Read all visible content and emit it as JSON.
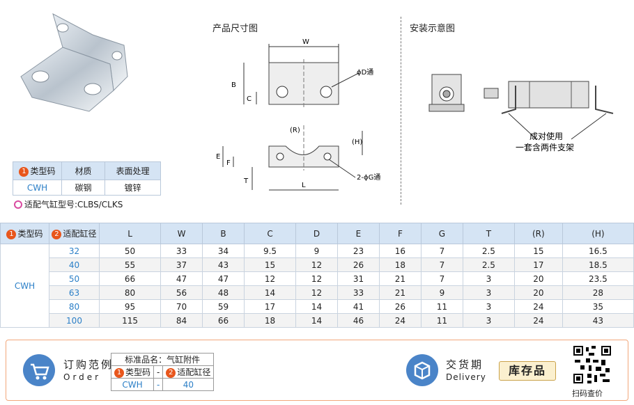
{
  "spec": {
    "headers": [
      "类型码",
      "材质",
      "表面处理"
    ],
    "header_num": "1",
    "row": [
      "CWH",
      "碳钢",
      "镀锌"
    ]
  },
  "fit_text": "适配气缸型号:CLBS/CLKS",
  "dimension_title": "产品尺寸图",
  "install_title": "安装示意图",
  "drawing_labels": {
    "w": "W",
    "b": "B",
    "c": "C",
    "od": "ϕD通",
    "r": "(R)",
    "h": "(H)",
    "e": "E",
    "f": "F",
    "t": "T",
    "l": "L",
    "og": "2-ϕG通",
    "pair": "成对使用",
    "set": "一套含两件支架"
  },
  "main_table": {
    "header_num1": "1",
    "header1": "类型码",
    "header_num2": "2",
    "header2": "适配缸径",
    "columns": [
      "L",
      "W",
      "B",
      "C",
      "D",
      "E",
      "F",
      "G",
      "T",
      "(R)",
      "(H)"
    ],
    "type_code": "CWH",
    "rows": [
      {
        "bore": "32",
        "vals": [
          "50",
          "33",
          "34",
          "9.5",
          "9",
          "23",
          "16",
          "7",
          "2.5",
          "15",
          "16.5"
        ]
      },
      {
        "bore": "40",
        "vals": [
          "55",
          "37",
          "43",
          "15",
          "12",
          "26",
          "18",
          "7",
          "2.5",
          "17",
          "18.5"
        ]
      },
      {
        "bore": "50",
        "vals": [
          "66",
          "47",
          "47",
          "12",
          "12",
          "31",
          "21",
          "7",
          "3",
          "20",
          "23.5"
        ]
      },
      {
        "bore": "63",
        "vals": [
          "80",
          "56",
          "48",
          "14",
          "12",
          "33",
          "21",
          "9",
          "3",
          "20",
          "28"
        ]
      },
      {
        "bore": "80",
        "vals": [
          "95",
          "70",
          "59",
          "17",
          "14",
          "41",
          "26",
          "11",
          "3",
          "24",
          "35"
        ]
      },
      {
        "bore": "100",
        "vals": [
          "115",
          "84",
          "66",
          "18",
          "14",
          "46",
          "24",
          "11",
          "3",
          "24",
          "43"
        ]
      }
    ]
  },
  "footer": {
    "order_cn": "订购范例",
    "order_en": "Order",
    "std_name": "标准品名：气缸附件",
    "num1": "1",
    "col1": "类型码",
    "dash": "-",
    "num2": "2",
    "col2": "适配缸径",
    "val1": "CWH",
    "val2": "40",
    "delivery_cn": "交货期",
    "delivery_en": "Delivery",
    "stock": "库存品",
    "qr_label": "扫码查价"
  },
  "colors": {
    "accent_orange": "#e8561c",
    "header_blue": "#d5e4f4",
    "link_blue": "#2b7fc7"
  }
}
